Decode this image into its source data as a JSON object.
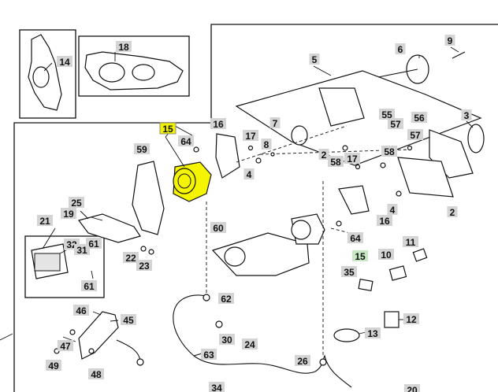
{
  "figure": {
    "highlight_color": "#f5f500",
    "callouts": [
      {
        "key": "c14",
        "text": "14"
      },
      {
        "key": "c18",
        "text": "18"
      },
      {
        "key": "c9",
        "text": "9"
      },
      {
        "key": "c5",
        "text": "5"
      },
      {
        "key": "c6",
        "text": "6"
      },
      {
        "key": "c15a",
        "text": "15",
        "style": "highlight"
      },
      {
        "key": "c64a",
        "text": "64"
      },
      {
        "key": "c16a",
        "text": "16"
      },
      {
        "key": "c7",
        "text": "7"
      },
      {
        "key": "c55",
        "text": "55"
      },
      {
        "key": "c57a",
        "text": "57"
      },
      {
        "key": "c56",
        "text": "56"
      },
      {
        "key": "c3",
        "text": "3"
      },
      {
        "key": "c17a",
        "text": "17"
      },
      {
        "key": "c8",
        "text": "8"
      },
      {
        "key": "c59",
        "text": "59"
      },
      {
        "key": "c2a",
        "text": "2"
      },
      {
        "key": "c58a",
        "text": "58"
      },
      {
        "key": "c17b",
        "text": "17"
      },
      {
        "key": "c57b",
        "text": "57"
      },
      {
        "key": "c58b",
        "text": "58"
      },
      {
        "key": "c4a",
        "text": "4"
      },
      {
        "key": "c25",
        "text": "25"
      },
      {
        "key": "c19",
        "text": "19"
      },
      {
        "key": "c21",
        "text": "21"
      },
      {
        "key": "c16b",
        "text": "16"
      },
      {
        "key": "c4b",
        "text": "4"
      },
      {
        "key": "c2b",
        "text": "2"
      },
      {
        "key": "c60",
        "text": "60"
      },
      {
        "key": "c64b",
        "text": "64"
      },
      {
        "key": "c11",
        "text": "11"
      },
      {
        "key": "c32",
        "text": "32"
      },
      {
        "key": "c31",
        "text": "31"
      },
      {
        "key": "c61a",
        "text": "61"
      },
      {
        "key": "c22",
        "text": "22"
      },
      {
        "key": "c23",
        "text": "23"
      },
      {
        "key": "c15b",
        "text": "15",
        "style": "green"
      },
      {
        "key": "c10",
        "text": "10"
      },
      {
        "key": "c35",
        "text": "35"
      },
      {
        "key": "c61b",
        "text": "61"
      },
      {
        "key": "c62",
        "text": "62"
      },
      {
        "key": "c46",
        "text": "46"
      },
      {
        "key": "c45",
        "text": "45"
      },
      {
        "key": "c12",
        "text": "12"
      },
      {
        "key": "c13",
        "text": "13"
      },
      {
        "key": "c30",
        "text": "30"
      },
      {
        "key": "c47",
        "text": "47"
      },
      {
        "key": "c24",
        "text": "24"
      },
      {
        "key": "c63",
        "text": "63"
      },
      {
        "key": "c49",
        "text": "49"
      },
      {
        "key": "c48",
        "text": "48"
      },
      {
        "key": "c26",
        "text": "26"
      },
      {
        "key": "c34",
        "text": "34"
      },
      {
        "key": "c20",
        "text": "20"
      }
    ]
  }
}
